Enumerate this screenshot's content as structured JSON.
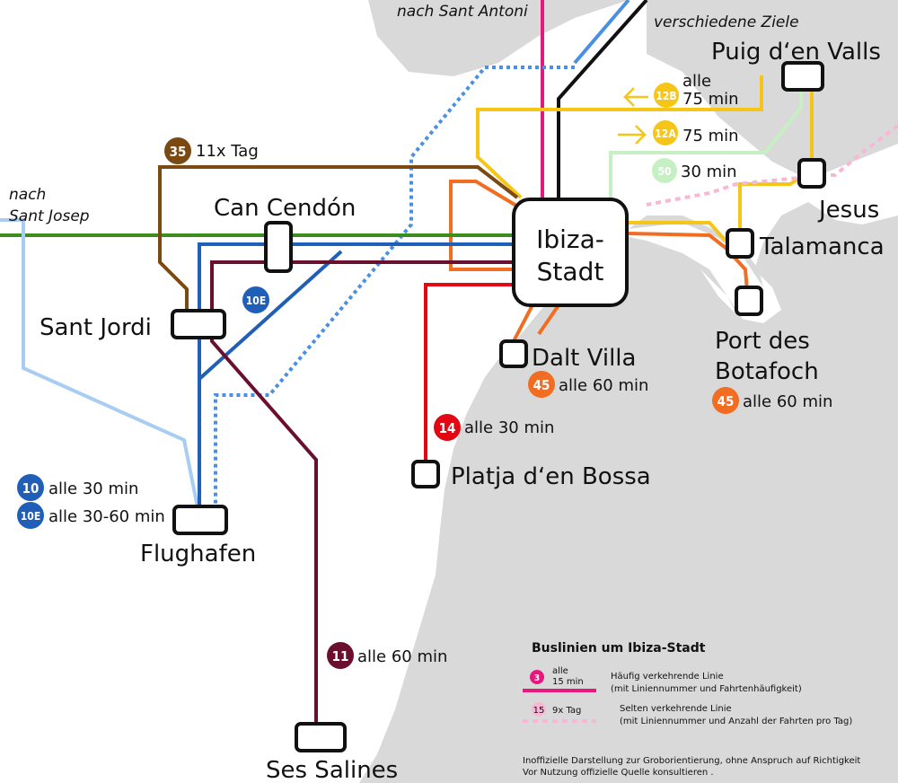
{
  "colors": {
    "land": "#ffffff",
    "sea": "#d9d9d9",
    "line_3": "#e6177d",
    "line_black": "#111111",
    "line_blue_dotted": "#4a90e2",
    "line_yellow": "#f5c518",
    "line_orange": "#f26d21",
    "line_red": "#e30613",
    "line_green": "#3c8c1e",
    "line_light_blue": "#a9cdf2",
    "line_dark_blue": "#1f5fb8",
    "line_brown": "#7a4a12",
    "line_maroon": "#6b0f2e",
    "line_light_green": "#c7efc4",
    "line_pink_rare": "#f7b8d6"
  },
  "destinations": {
    "sant_antoni": "nach Sant Antoni",
    "verschiedene": "verschiedene Ziele",
    "sant_josep_1": "nach",
    "sant_josep_2": "Sant Josep"
  },
  "stops": {
    "ibiza_1": "Ibiza-",
    "ibiza_2": "Stadt",
    "puig": "Puig d‘en Valls",
    "jesus": "Jesus",
    "talamanca": "Talamanca",
    "port_1": "Port des",
    "port_2": "Botafoch",
    "dalt_villa": "Dalt Villa",
    "platja": "Platja d‘en Bossa",
    "can_cendon": "Can Cendón",
    "sant_jordi": "Sant Jordi",
    "flughafen": "Flughafen",
    "ses_salines": "Ses Salines"
  },
  "badges": {
    "b12b": {
      "num": "12B",
      "text1": "alle",
      "text2": "75 min"
    },
    "b12a": {
      "num": "12A",
      "text": "75 min"
    },
    "b50": {
      "num": "50",
      "text": "30 min"
    },
    "b35": {
      "num": "35",
      "text": "11x Tag"
    },
    "b10e_map": {
      "num": "10E"
    },
    "b45_dalt": {
      "num": "45",
      "text": "alle 60 min"
    },
    "b45_port": {
      "num": "45",
      "text": "alle 60 min"
    },
    "b14": {
      "num": "14",
      "text": "alle 30 min"
    },
    "b10": {
      "num": "10",
      "text": "alle 30 min"
    },
    "b10e": {
      "num": "10E",
      "text": "alle 30-60 min"
    },
    "b11": {
      "num": "11",
      "text": "alle 60 min"
    }
  },
  "legend": {
    "title": "Buslinien um Ibiza-Stadt",
    "frequent_num": "3",
    "frequent_freq1": "alle",
    "frequent_freq2": "15 min",
    "frequent_desc1": "Häufig verkehrende Linie",
    "frequent_desc2": "(mit Liniennummer und Fahrtenhäufigkeit)",
    "rare_num": "15",
    "rare_freq": "9x Tag",
    "rare_desc1": "Selten verkehrende Linie",
    "rare_desc2": "(mit Liniennummer und Anzahl der Fahrten pro Tag)",
    "disclaimer1": "Inoffizielle Darstellung zur Groborientierung, ohne Anspruch auf Richtigkeit",
    "disclaimer2": "Vor Nutzung offizielle Quelle konsultieren ."
  }
}
